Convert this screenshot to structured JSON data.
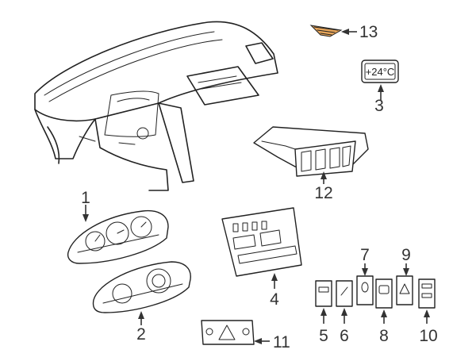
{
  "callouts": [
    {
      "id": "1",
      "label": "1"
    },
    {
      "id": "2",
      "label": "2"
    },
    {
      "id": "3",
      "label": "3"
    },
    {
      "id": "4",
      "label": "4"
    },
    {
      "id": "5",
      "label": "5"
    },
    {
      "id": "6",
      "label": "6"
    },
    {
      "id": "7",
      "label": "7"
    },
    {
      "id": "8",
      "label": "8"
    },
    {
      "id": "9",
      "label": "9"
    },
    {
      "id": "10",
      "label": "10"
    },
    {
      "id": "11",
      "label": "11"
    },
    {
      "id": "12",
      "label": "12"
    },
    {
      "id": "13",
      "label": "13"
    }
  ],
  "display_text": "+24°C",
  "colors": {
    "line": "#222222",
    "label": "#333333",
    "highlight": "#E8A65A"
  }
}
